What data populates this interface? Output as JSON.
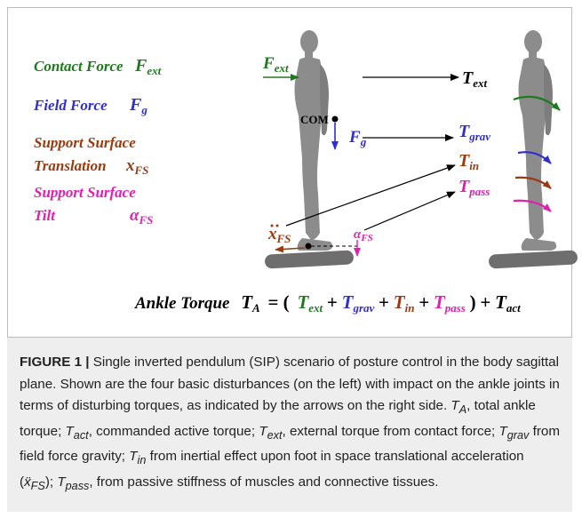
{
  "figure": {
    "legend": {
      "contact_force": {
        "label": "Contact Force",
        "symbol": "F",
        "sub": "ext",
        "color": "#1e7a1e"
      },
      "field_force": {
        "label": "Field Force",
        "symbol": "F",
        "sub": "g",
        "color": "#2f2fcf"
      },
      "support_translation": {
        "label1": "Support Surface",
        "label2": "Translation",
        "symbol": "x",
        "sub": "FS",
        "color": "#9a3a10"
      },
      "support_tilt": {
        "label1": "Support Surface",
        "label2": "Tilt",
        "symbol": "α",
        "sub": "FS",
        "color": "#e020b0"
      }
    },
    "diagram": {
      "fext_label": {
        "main": "F",
        "sub": "ext"
      },
      "com_label": "COM",
      "fg_label": {
        "main": "F",
        "sub": "g"
      },
      "xfs_label": {
        "main": "x",
        "sub": "FS"
      },
      "alpha_label": {
        "main": "α",
        "sub": "FS"
      },
      "text_label": {
        "main": "T",
        "sub": "ext"
      },
      "tgrav_label": {
        "main": "T",
        "sub": "grav"
      },
      "tin_label": {
        "main": "T",
        "sub": "in"
      },
      "tpass_label": {
        "main": "T",
        "sub": "pass"
      }
    },
    "equation": {
      "prefix": "Ankle Torque",
      "lhs_main": "T",
      "lhs_sub": "A",
      "eq": "= (",
      "t1": {
        "main": "T",
        "sub": "ext"
      },
      "t2": {
        "main": "T",
        "sub": "grav"
      },
      "t3": {
        "main": "T",
        "sub": "in"
      },
      "t4": {
        "main": "T",
        "sub": "pass"
      },
      "plus": "+",
      "close": ")",
      "t5": {
        "main": "T",
        "sub": "act"
      }
    },
    "colors": {
      "green": "#1e7a1e",
      "blue": "#2f2fcf",
      "brown": "#9a3a10",
      "magenta": "#e020b0",
      "figure_gray": "#8c8c8c",
      "board": "#6e6e6e"
    }
  },
  "caption": {
    "lead": "FIGURE 1 |",
    "s1": " Single inverted pendulum (SIP) scenario of posture control in the body sagittal plane. Shown are the four basic disturbances (on the left) with impact on the ankle joints in terms of disturbing torques, as indicated by the arrows on the right side. ",
    "ta": "T",
    "ta_sub": "A",
    "s2": ", total ankle torque; ",
    "tact": "T",
    "tact_sub": "act",
    "s3": ", commanded active torque; ",
    "text": "T",
    "text_sub": "ext",
    "s4": ", external torque from contact force; ",
    "tgrav": "T",
    "tgrav_sub": "grav",
    "s5": " from field force gravity; ",
    "tin": "T",
    "tin_sub": "in",
    "s6": " from inertial effect upon foot in space translational acceleration (",
    "xfs": "ẍ",
    "xfs_sub": "FS",
    "s7": "); ",
    "tpass": "T",
    "tpass_sub": "pass",
    "s8": ", from passive stiffness of muscles and connective tissues."
  }
}
